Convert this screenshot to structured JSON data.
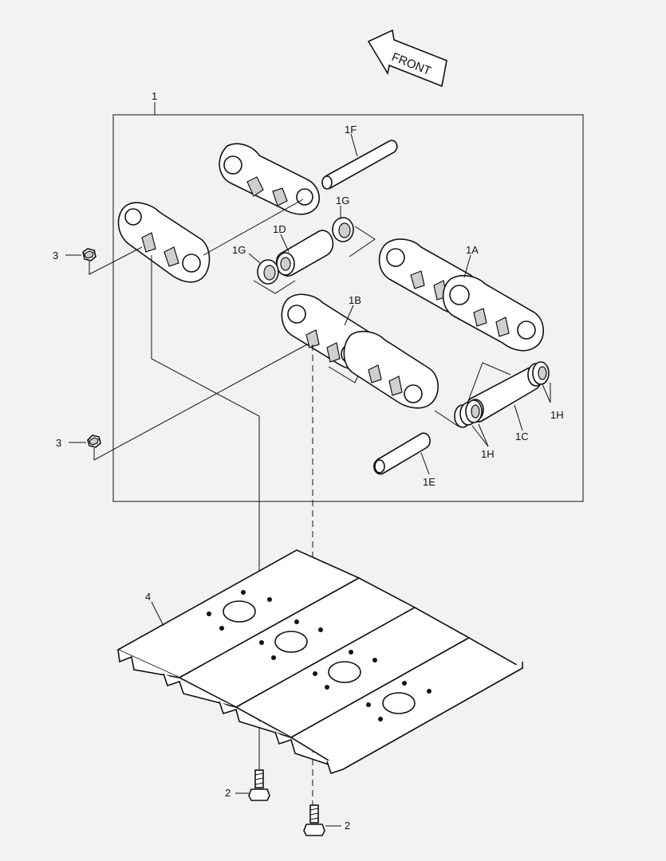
{
  "direction_label": "FRONT",
  "callouts": {
    "assembly": "1",
    "link_a": "1A",
    "link_b": "1B",
    "bushing_c": "1C",
    "spacer_d": "1D",
    "pin_e": "1E",
    "pin_f": "1F",
    "seal_g_upper": "1G",
    "seal_g_left": "1G",
    "seal_h_right": "1H",
    "seal_h_lower": "1H",
    "bolt_left": "2",
    "bolt_right": "2",
    "nut_upper": "3",
    "nut_lower": "3",
    "shoe_plate": "4"
  }
}
